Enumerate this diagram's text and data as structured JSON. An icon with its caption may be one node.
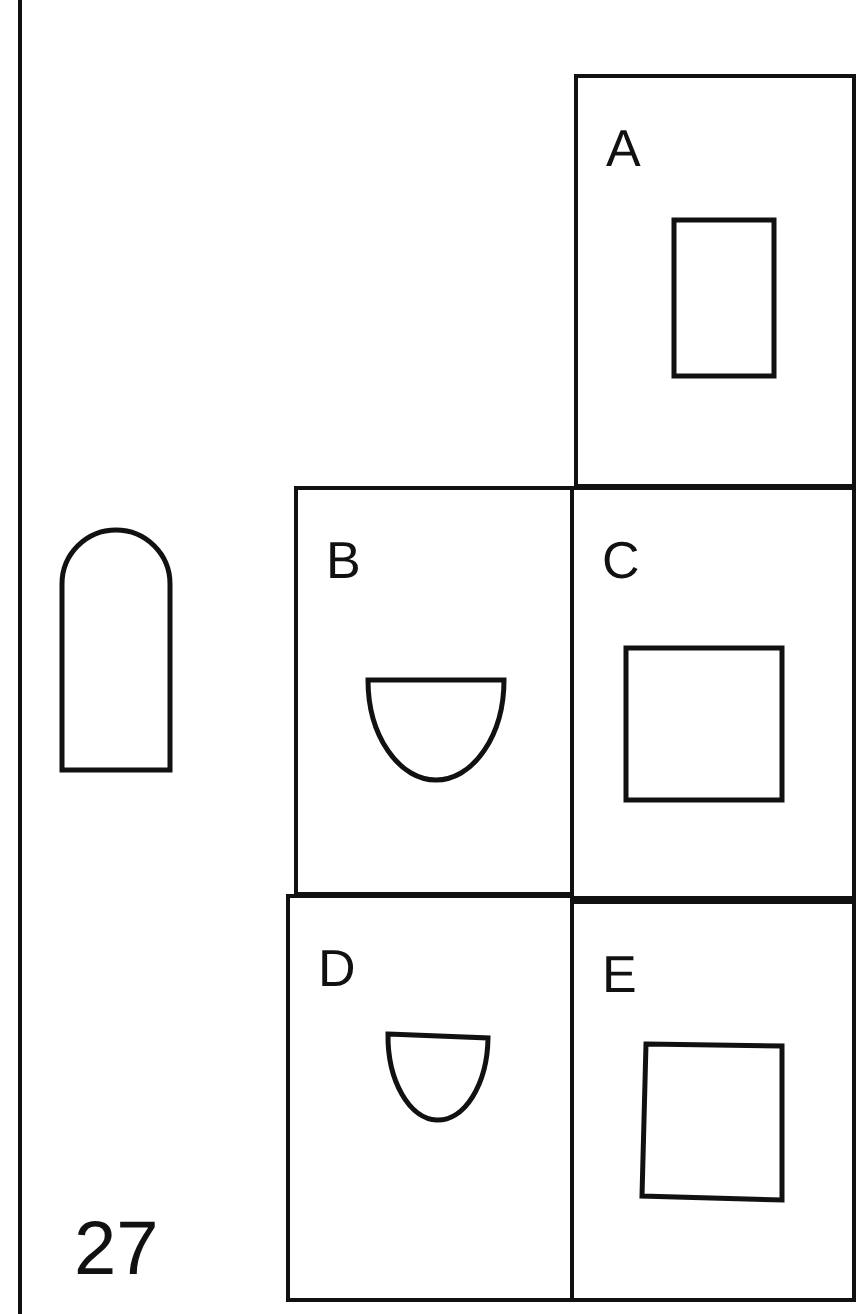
{
  "diagram": {
    "nodes": [
      {
        "text": [
          "A"
        ]
      },
      {
        "text": [
          "B"
        ]
      },
      {
        "text": [
          "C"
        ]
      },
      {
        "text": [
          "D"
        ]
      },
      {
        "text": [
          "E"
        ]
      }
    ],
    "labels": [
      "27"
    ]
  }
}
